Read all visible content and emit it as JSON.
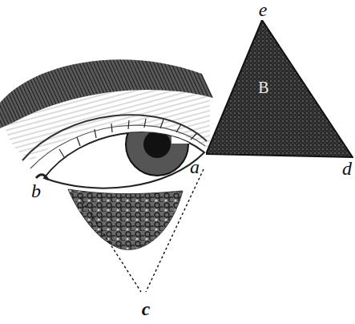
{
  "diagram": {
    "nodes": [
      {
        "text": [
          "B"
        ]
      }
    ],
    "labels": [
      "e",
      "b",
      "a",
      "d",
      "c"
    ]
  }
}
